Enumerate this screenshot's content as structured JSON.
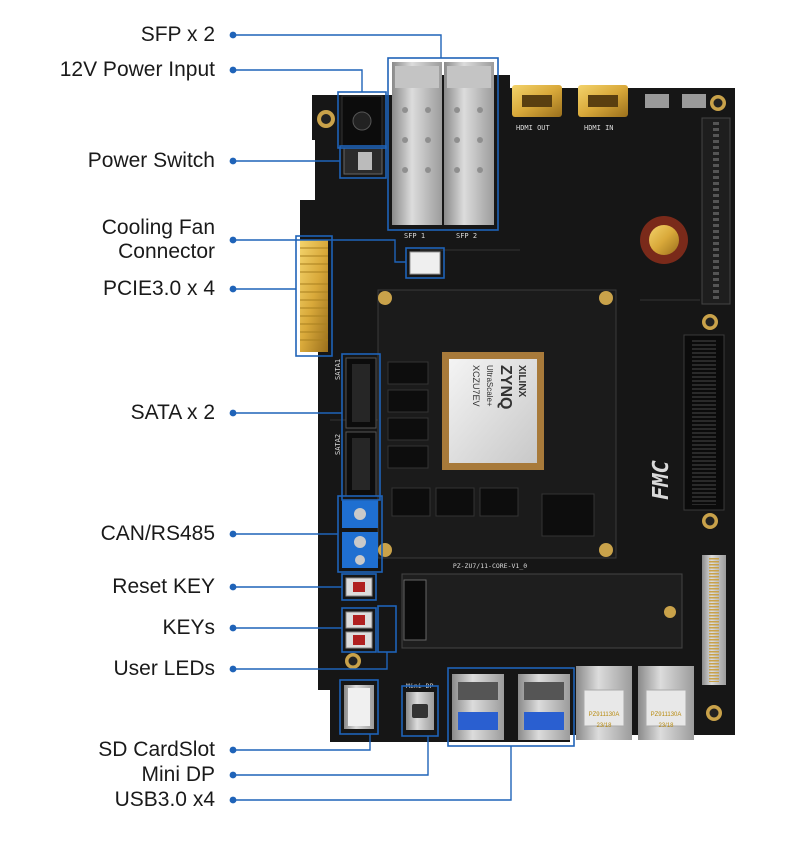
{
  "labels": {
    "sfp": "SFP x 2",
    "power_input": "12V Power Input",
    "power_switch": "Power Switch",
    "fan_line1": "Cooling Fan",
    "fan_line2": "Connector",
    "pcie": "PCIE3.0 x 4",
    "sata": "SATA x 2",
    "can": "CAN/RS485",
    "reset": "Reset KEY",
    "keys": "KEYs",
    "leds": "User LEDs",
    "sd": "SD CardSlot",
    "minidp": "Mini DP",
    "usb": "USB3.0 x4"
  },
  "board_marks": {
    "chip_brand": "XILINX",
    "chip_family": "ZYNQ",
    "chip_series": "UltraScale+",
    "chip_part": "XCZU7EV",
    "fmc": "FMC",
    "core_label": "PZ-ZU7/11-CORE-V1_0",
    "eth_part_1": "PZ911130A",
    "eth_part_2": "PZ911130A",
    "eth_date_1": "23/18",
    "eth_date_2": "23/18",
    "hdmi_out": "HDMI OUT",
    "hdmi_in": "HDMI IN",
    "sata_1": "SATA1",
    "sata_2": "SATA2",
    "mini_dp_silk": "Mini DP",
    "sfp_1": "SFP 1",
    "sfp_2": "SFP 2"
  },
  "colors": {
    "callout": "#1f63b8",
    "pcb": "#161616",
    "gold": "#d9a93a",
    "terminal": "#1f6fd1"
  }
}
